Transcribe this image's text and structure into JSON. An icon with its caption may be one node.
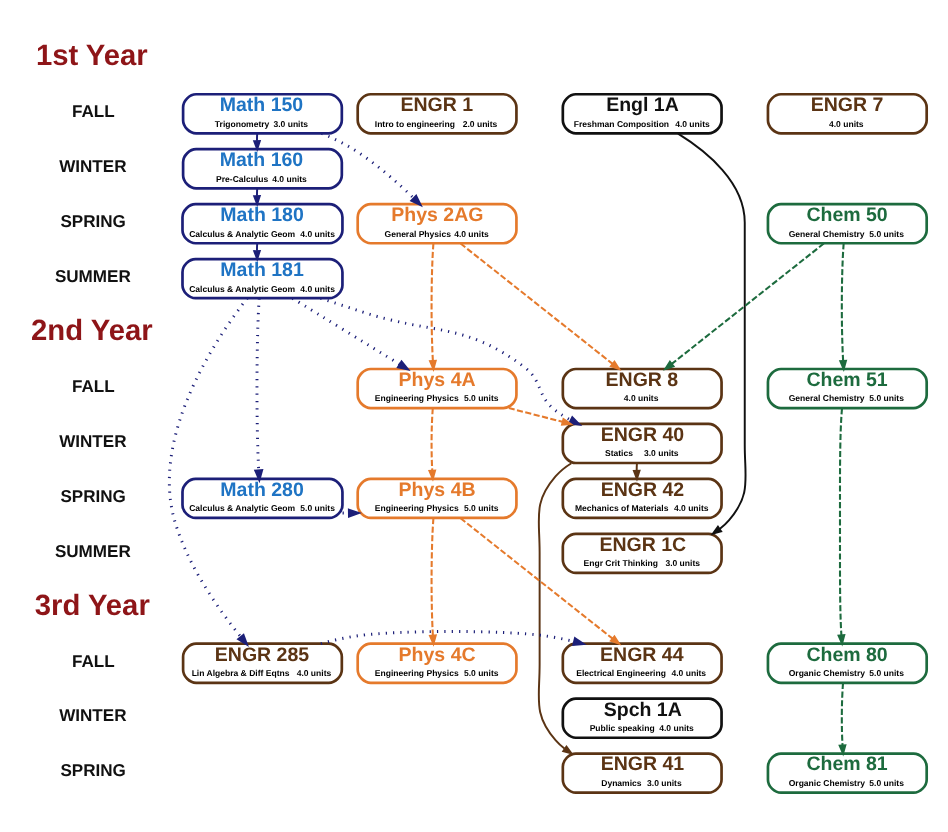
{
  "diagram": {
    "nodes": [
      {
        "text": [
          "Math 150",
          "Trigonometry",
          "3.0 units"
        ]
      },
      {
        "text": [
          "ENGR 1",
          "Intro to engineering",
          "2.0 units"
        ]
      },
      {
        "text": [
          "Engl 1A",
          "Freshman Composition",
          "4.0 units"
        ]
      },
      {
        "text": [
          "ENGR 7",
          "4.0 units"
        ]
      },
      {
        "text": [
          "Math 160",
          "Pre-Calculus",
          "4.0 units"
        ]
      },
      {
        "text": [
          "Math 180",
          "Calculus & Analytic Geom",
          "4.0 units"
        ]
      },
      {
        "text": [
          "Phys 2AG",
          "General Physics",
          "4.0 units"
        ]
      },
      {
        "text": [
          "Chem 50",
          "General Chemistry",
          "5.0 units"
        ]
      },
      {
        "text": [
          "Math 181",
          "Calculus & Analytic Geom",
          "4.0 units"
        ]
      },
      {
        "text": [
          "Phys 4A",
          "Engineering Physics",
          "5.0 units"
        ]
      },
      {
        "text": [
          "ENGR 8",
          "4.0 units"
        ]
      },
      {
        "text": [
          "Chem 51",
          "General Chemistry",
          "5.0 units"
        ]
      },
      {
        "text": [
          "ENGR 40",
          "Statics",
          "3.0 units"
        ]
      },
      {
        "text": [
          "Math 280",
          "Calculus & Analytic Geom",
          "5.0 units"
        ]
      },
      {
        "text": [
          "Phys 4B",
          "Engineering Physics",
          "5.0 units"
        ]
      },
      {
        "text": [
          "ENGR 42",
          "Mechanics of Materials",
          "4.0 units"
        ]
      },
      {
        "text": [
          "ENGR 1C",
          "Engr Crit Thinking",
          "3.0 units"
        ]
      },
      {
        "text": [
          "ENGR 285",
          "Lin Algebra & Diff Eqtns",
          "4.0 units"
        ]
      },
      {
        "text": [
          "Phys 4C",
          "Engineering Physics",
          "5.0 units"
        ]
      },
      {
        "text": [
          "ENGR 44",
          "Electrical Engineering",
          "4.0 units"
        ]
      },
      {
        "text": [
          "Chem 80",
          "Organic Chemistry",
          "5.0 units"
        ]
      },
      {
        "text": [
          "Spch 1A",
          "Public speaking",
          "4.0 units"
        ]
      },
      {
        "text": [
          "ENGR 41",
          "Dynamics",
          "3.0 units"
        ]
      },
      {
        "text": [
          "Chem 81",
          "Organic Chemistry",
          "5.0 units"
        ]
      }
    ],
    "edges": [
      {
        "from": 0,
        "to": 4,
        "arrow": "to"
      },
      {
        "from": 4,
        "to": 5,
        "arrow": "to"
      },
      {
        "from": 5,
        "to": 8,
        "arrow": "to"
      },
      {
        "from": 0,
        "to": 6,
        "arrow": "to",
        "style": "dashed"
      },
      {
        "from": 8,
        "to": 9,
        "arrow": "to",
        "style": "dashed"
      },
      {
        "from": 8,
        "to": 12,
        "arrow": "to",
        "style": "dashed"
      },
      {
        "from": 8,
        "to": 13,
        "arrow": "to",
        "style": "dashed"
      },
      {
        "from": 8,
        "to": 17,
        "arrow": "to",
        "style": "dashed"
      },
      {
        "from": 13,
        "to": 14,
        "arrow": "to",
        "style": "dashed"
      },
      {
        "from": 17,
        "to": 19,
        "arrow": "to",
        "style": "dashed"
      },
      {
        "from": 6,
        "to": 9,
        "arrow": "to",
        "style": "dashed",
        "color": "#e57a2c"
      },
      {
        "from": 6,
        "to": 10,
        "arrow": "to",
        "style": "dashed",
        "color": "#e57a2c"
      },
      {
        "from": 9,
        "to": 14,
        "arrow": "to",
        "style": "dashed",
        "color": "#e57a2c"
      },
      {
        "from": 9,
        "to": 12,
        "arrow": "to",
        "style": "dashed",
        "color": "#e57a2c"
      },
      {
        "from": 14,
        "to": 18,
        "arrow": "to",
        "style": "dashed",
        "color": "#e57a2c"
      },
      {
        "from": 14,
        "to": 19,
        "arrow": "to",
        "style": "dashed",
        "color": "#e57a2c"
      },
      {
        "from": 2,
        "to": 16,
        "arrow": "to",
        "color": "#111111"
      },
      {
        "from": 12,
        "to": 15,
        "arrow": "to",
        "color": "#5b3414"
      },
      {
        "from": 12,
        "to": 22,
        "arrow": "to",
        "color": "#5b3414"
      },
      {
        "from": 7,
        "to": 11,
        "arrow": "to",
        "style": "dashed",
        "color": "#1d6b3e"
      },
      {
        "from": 7,
        "to": 10,
        "arrow": "to",
        "style": "dashed",
        "color": "#1d6b3e"
      },
      {
        "from": 11,
        "to": 20,
        "arrow": "to",
        "style": "dashed",
        "color": "#1d6b3e"
      },
      {
        "from": 20,
        "to": 23,
        "arrow": "to",
        "style": "dashed",
        "color": "#1d6b3e"
      }
    ],
    "labels": [
      "1st Year",
      "FALL",
      "WINTER",
      "SPRING",
      "SUMMER",
      "2nd Year",
      "FALL",
      "WINTER",
      "SPRING",
      "SUMMER",
      "3rd Year",
      "FALL",
      "WINTER",
      "SPRING"
    ]
  }
}
